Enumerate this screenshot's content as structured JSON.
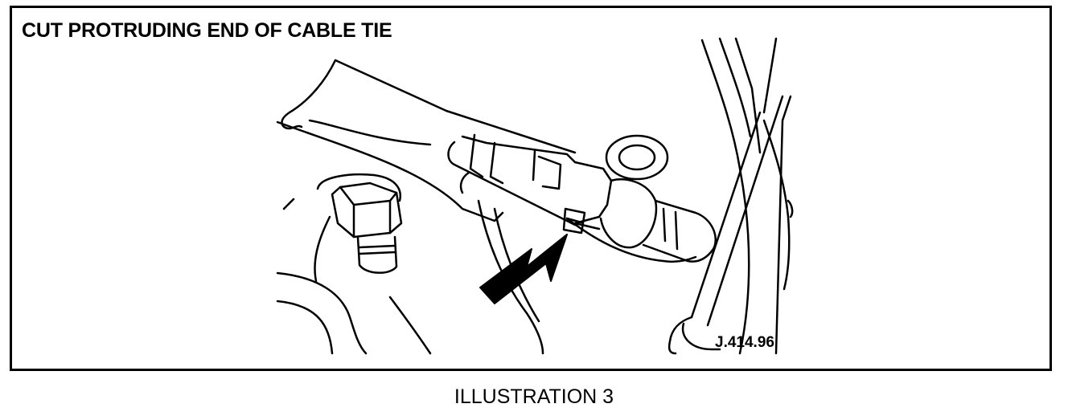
{
  "figure": {
    "heading": "CUT PROTRUDING END OF CABLE TIE",
    "reference_code": "J.414.96",
    "caption": "ILLUSTRATION 3"
  },
  "colors": {
    "ink": "#000000",
    "paper": "#ffffff"
  },
  "icons": {
    "pointer": "pointer-arrow-icon"
  }
}
